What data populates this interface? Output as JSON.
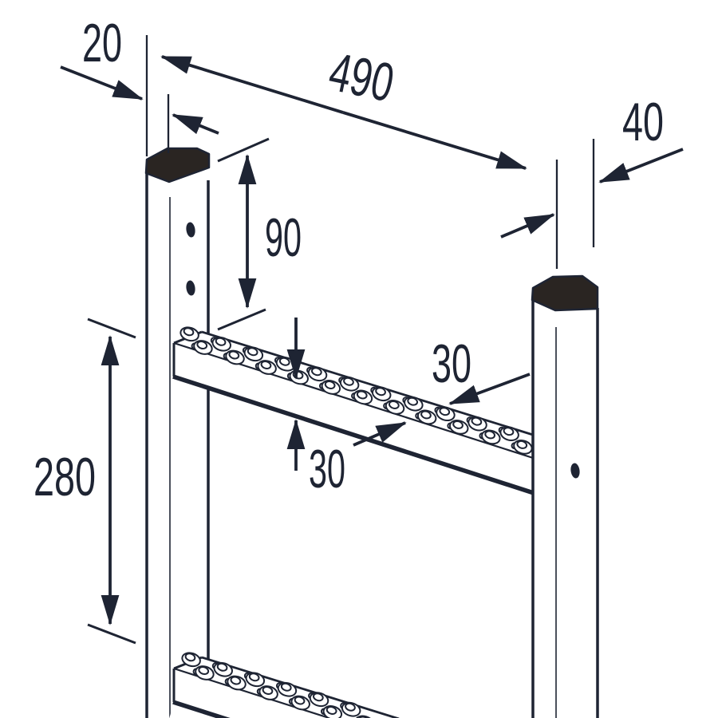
{
  "drawing": {
    "type": "technical-dimension-drawing",
    "subject": "ladder-section-with-studded-rungs",
    "dimensions": {
      "stile_thickness": "20",
      "overall_width": "490",
      "stile_depth": "40",
      "stile_top_to_rung": "90",
      "rung_depth": "30",
      "rung_height": "30",
      "rung_spacing": "280"
    },
    "colors": {
      "line": "#1e2433",
      "cap_fill": "#2a2522",
      "background": "#ffffff"
    }
  }
}
